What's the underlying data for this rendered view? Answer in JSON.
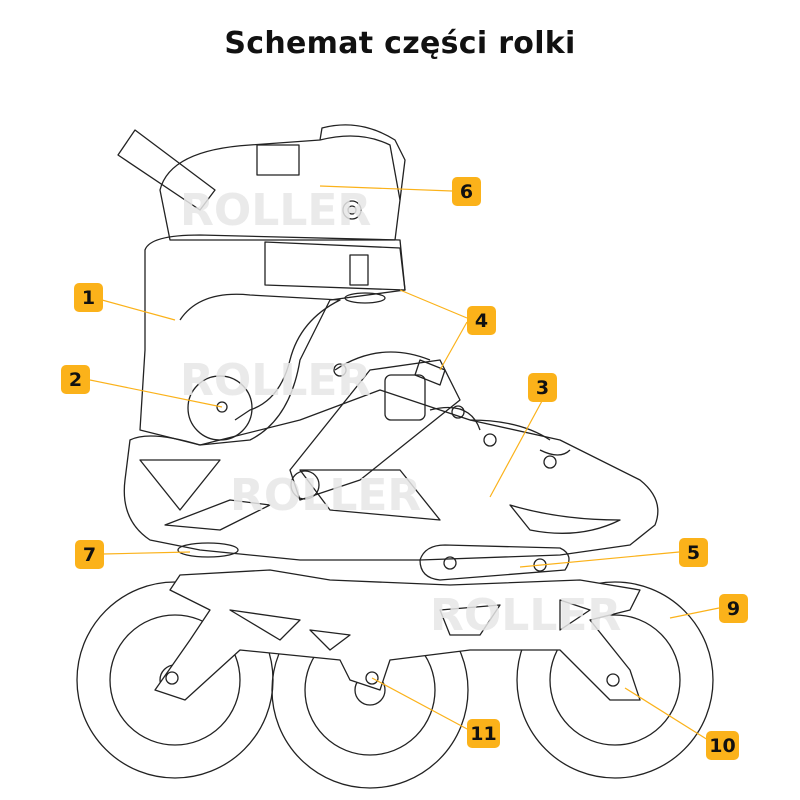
{
  "title": "Schemat części rolki",
  "watermark": "ROLLER",
  "accent_color": "#fbb21a",
  "labels": [
    {
      "id": "1",
      "text": "1"
    },
    {
      "id": "2",
      "text": "2"
    },
    {
      "id": "3",
      "text": "3"
    },
    {
      "id": "4",
      "text": "4"
    },
    {
      "id": "5",
      "text": "5"
    },
    {
      "id": "6",
      "text": "6"
    },
    {
      "id": "7",
      "text": "7"
    },
    {
      "id": "9",
      "text": "9"
    },
    {
      "id": "10",
      "text": "10"
    },
    {
      "id": "11",
      "text": "11"
    }
  ]
}
